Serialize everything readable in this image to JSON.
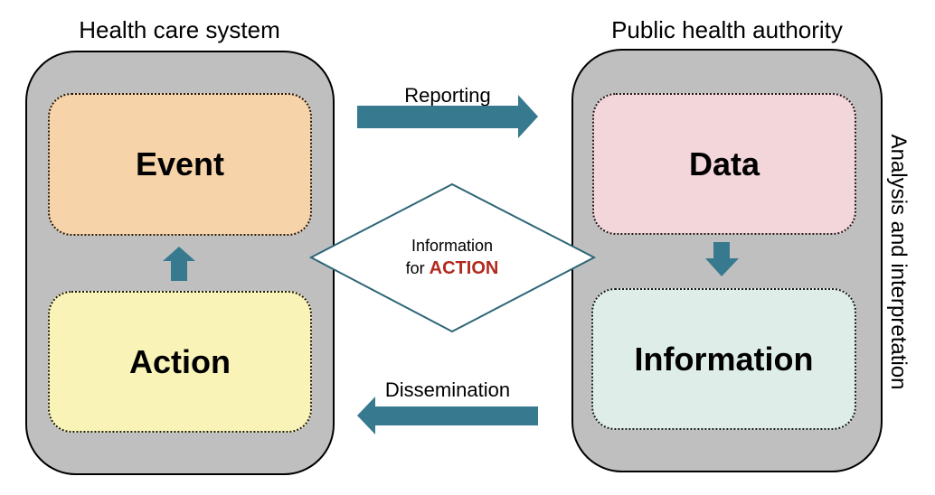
{
  "left_group": {
    "title": "Health care system",
    "top_box": {
      "label": "Event",
      "fill": "#f6d3a8"
    },
    "bottom_box": {
      "label": "Action",
      "fill": "#faf3b8"
    },
    "internal_arrow": "up-arrow-icon"
  },
  "right_group": {
    "title": "Public health authority",
    "top_box": {
      "label": "Data",
      "fill": "#f2d6da"
    },
    "bottom_box": {
      "label": "Information",
      "fill": "#dfede8"
    },
    "internal_arrow": "down-arrow-icon",
    "side_label": "Analysis and interpretation"
  },
  "flows": {
    "reporting": {
      "label": "Reporting",
      "direction": "right"
    },
    "dissemination": {
      "label": "Dissemination",
      "direction": "left"
    }
  },
  "center_diamond": {
    "line1": "Information",
    "line2_prefix": "for ",
    "line2_accent": "ACTION"
  },
  "colors": {
    "arrow": "#377a8f",
    "container_fill": "#bfbfbf",
    "accent_text": "#b22a1e",
    "diamond_stroke": "#2e6676"
  }
}
